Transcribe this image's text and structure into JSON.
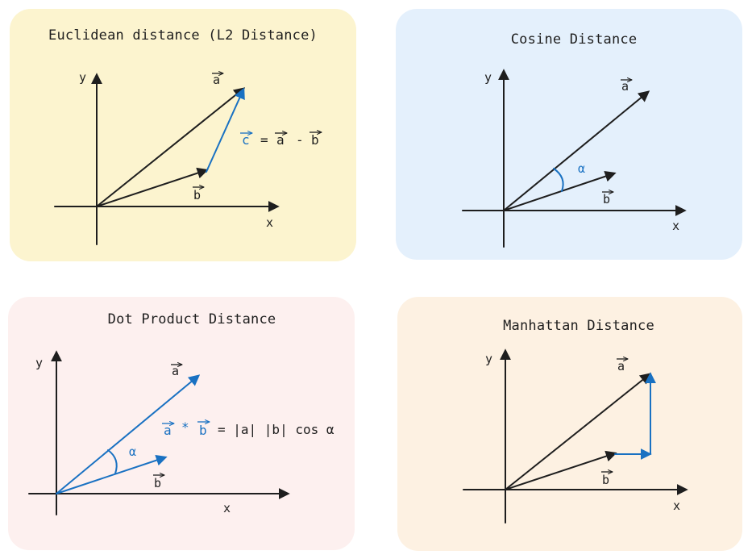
{
  "colors": {
    "ink": "#1e1e1e",
    "accent": "#1971c2",
    "euclidean_bg": "#fcf4cf",
    "cosine_bg": "#e4f0fc",
    "dot_bg": "#fdf0ef",
    "manhattan_bg": "#fdf1e2"
  },
  "panels": {
    "euclidean": {
      "title": "Euclidean distance (L2 Distance)",
      "y_label": "y",
      "x_label": "x",
      "vec_a": "a",
      "vec_b": "b",
      "eq_c": "c",
      "eq_equals": "=",
      "eq_a": "a",
      "eq_minus": "-",
      "eq_b": "b"
    },
    "cosine": {
      "title": "Cosine Distance",
      "y_label": "y",
      "x_label": "x",
      "vec_a": "a",
      "vec_b": "b",
      "angle": "α"
    },
    "dot": {
      "title": "Dot Product Distance",
      "y_label": "y",
      "x_label": "x",
      "vec_a": "a",
      "vec_b": "b",
      "angle": "α",
      "eq_a": "a",
      "eq_op": "*",
      "eq_b": "b",
      "eq_rhs": "= |a| |b| cos α"
    },
    "manhattan": {
      "title": "Manhattan Distance",
      "y_label": "y",
      "x_label": "x",
      "vec_a": "a",
      "vec_b": "b"
    }
  }
}
